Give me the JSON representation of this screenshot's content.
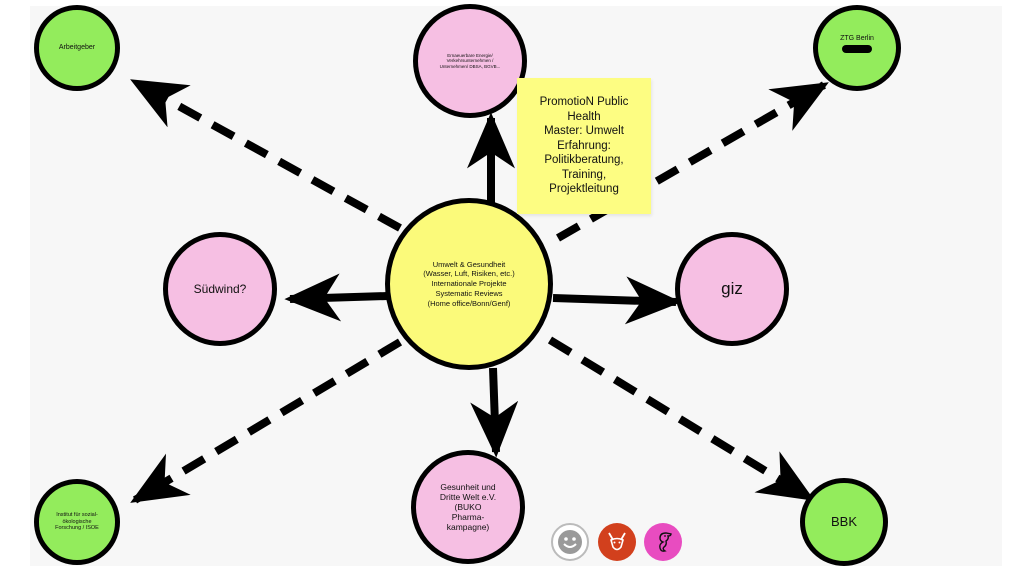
{
  "center": {
    "label": "Umwelt & Gesundheit\n(Wasser, Luft, Risiken, etc.)\nInternationale Projekte\nSystematic Reviews\n(Home office/Bonn/Genf)"
  },
  "nodes": {
    "arbeitgeber": "Arbeitgeber",
    "top": "Ernaeuerbare Energie/ Verkehrsunternehmen / Unternehmen/ DBSA, BGVB...",
    "ztg": "ZTG Berlin",
    "suedwind": "Südwind?",
    "giz": "giz",
    "isoe": "Institut für sozial-\nökologische\nForschung / ISOE",
    "dritte_welt": "Gesunheit und\nDritte Welt e.V.\n(BUKO\nPharma-\nkampagne)",
    "bbk": "BBK"
  },
  "sticky": {
    "text": "PromotioN Public\nHealth\nMaster: Umwelt\nErfahrung:\nPolitikberatung,\nTraining,\nProjektleitung"
  },
  "colors": {
    "pink": "#f6bfe3",
    "green": "#93ec5c",
    "yellow": "#fbfa7a",
    "sticky": "#fdfd82",
    "line": "#000000"
  },
  "collaborators": [
    {
      "icon": "smiley-icon",
      "color": "#ffffff"
    },
    {
      "icon": "goat-icon",
      "color": "#d2401d"
    },
    {
      "icon": "seahorse-icon",
      "color": "#e84cc0"
    }
  ]
}
